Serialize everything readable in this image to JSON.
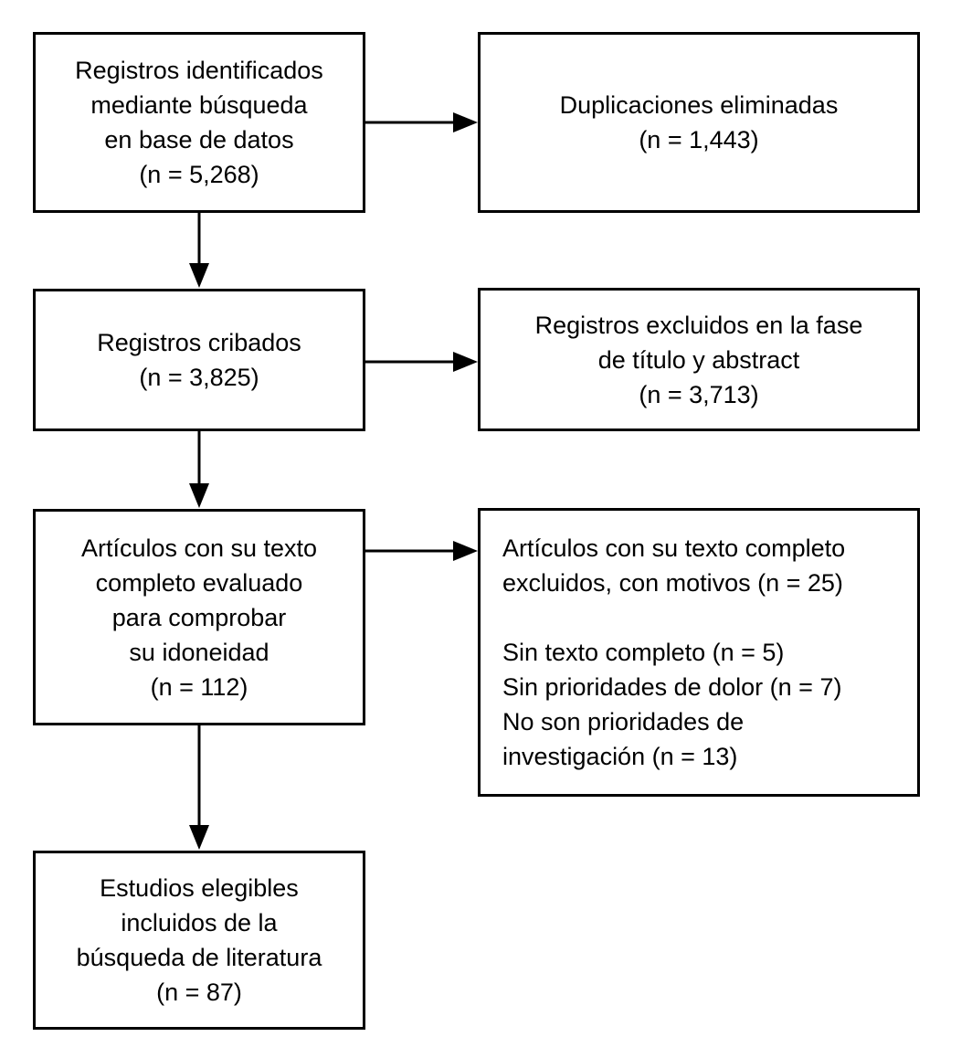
{
  "figure": {
    "type": "flowchart",
    "language": "es",
    "background_color": "#ffffff",
    "ink_color": "#000000"
  },
  "boxes": [
    {
      "id": "records-identified",
      "text": "Registros identificados\nmediante búsqueda\nen base de datos\n(n = 5,268)",
      "n": "5,268",
      "align": "center"
    },
    {
      "id": "duplicates-removed",
      "text": "Duplicaciones eliminadas\n(n = 1,443)",
      "n": "1,443",
      "align": "center"
    },
    {
      "id": "records-screened",
      "text": "Registros cribados\n(n = 3,825)",
      "n": "3,825",
      "align": "center"
    },
    {
      "id": "records-excluded-title-abstract",
      "text": "Registros excluidos en la fase\nde título y abstract\n(n = 3,713)",
      "n": "3,713",
      "align": "center"
    },
    {
      "id": "fulltext-assessed",
      "text": "Artículos con su texto\ncompleto evaluado\npara comprobar\nsu idoneidad\n(n = 112)",
      "n": "112",
      "align": "center"
    },
    {
      "id": "fulltext-excluded",
      "text": "Artículos con su texto completo\nexcluidos, con motivos (n = 25)\n\nSin texto completo (n = 5)\nSin prioridades de dolor (n = 7)\nNo son prioridades de\ninvestigación (n = 13)",
      "n": "25",
      "reasons": [
        {
          "label": "Sin texto completo",
          "n": "5"
        },
        {
          "label": "Sin prioridades de dolor",
          "n": "7"
        },
        {
          "label": "No son prioridades de investigación",
          "n": "13"
        }
      ],
      "align": "left"
    },
    {
      "id": "studies-included",
      "text": "Estudios elegibles\nincluidos de la\nbúsqueda de literatura\n(n = 87)",
      "n": "87",
      "align": "center"
    }
  ],
  "links": [
    {
      "from": "records-identified",
      "to": "duplicates-removed",
      "direction": "right"
    },
    {
      "from": "records-identified",
      "to": "records-screened",
      "direction": "down"
    },
    {
      "from": "records-screened",
      "to": "records-excluded-title-abstract",
      "direction": "right"
    },
    {
      "from": "records-screened",
      "to": "fulltext-assessed",
      "direction": "down"
    },
    {
      "from": "fulltext-assessed",
      "to": "fulltext-excluded",
      "direction": "right"
    },
    {
      "from": "fulltext-assessed",
      "to": "studies-included",
      "direction": "down"
    }
  ]
}
